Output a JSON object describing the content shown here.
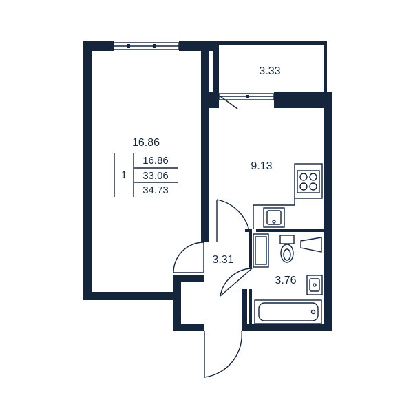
{
  "rooms": {
    "main_room": "16.86",
    "balcony": "3.33",
    "kitchen": "9.13",
    "hall": "3.31",
    "bathroom": "3.76"
  },
  "summary": {
    "rooms_count": "1",
    "living_area": "16.86",
    "total_area": "33.06",
    "total_with_balcony": "34.73"
  },
  "colors": {
    "wall": "#15253b",
    "background": "#ffffff"
  }
}
